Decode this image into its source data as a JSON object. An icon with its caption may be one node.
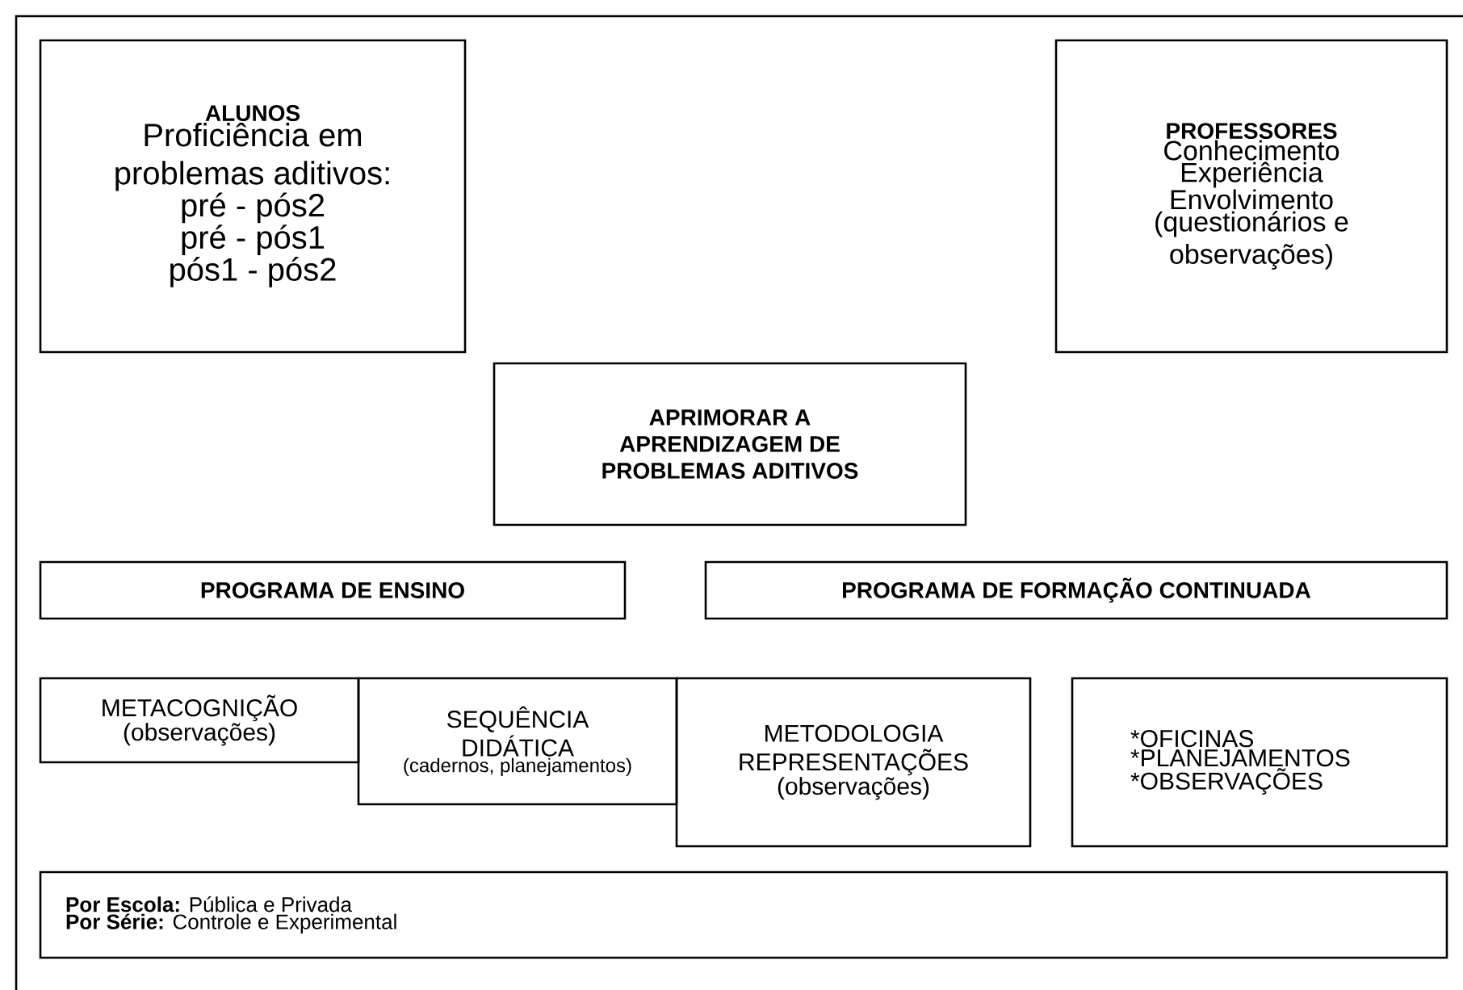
{
  "diagram": {
    "nodes": [
      {
        "text": [
          "ALUNOS",
          "Proficiência em problemas aditivos:",
          "pré - pós2",
          "pré - pós1",
          "pós1 - pós2"
        ]
      },
      {
        "text": [
          "PROFESSORES",
          "Conhecimento",
          "Experiência",
          "Envolvimento",
          "(questionários e observações)"
        ]
      },
      {
        "text": [
          "APRIMORAR A APRENDIZAGEM DE PROBLEMAS ADITIVOS"
        ]
      },
      {
        "text": [
          "PROGRAMA DE ENSINO"
        ]
      },
      {
        "text": [
          "PROGRAMA DE FORMAÇÃO CONTINUADA"
        ]
      },
      {
        "text": [
          "METACOGNIÇÃO",
          "(observações)"
        ]
      },
      {
        "text": [
          "SEQUÊNCIA DIDÁTICA",
          "(cadernos, planejamentos)"
        ]
      },
      {
        "text": [
          "METODOLOGIA REPRESENTAÇÕES",
          "(observações)"
        ]
      },
      {
        "text": [
          "*OFICINAS",
          "*PLANEJAMENTOS",
          "*OBSERVAÇÕES"
        ]
      },
      {
        "text": [
          "**Por Escola:** Pública e Privada",
          "**Por Série:** Controle e Experimental"
        ]
      }
    ]
  }
}
